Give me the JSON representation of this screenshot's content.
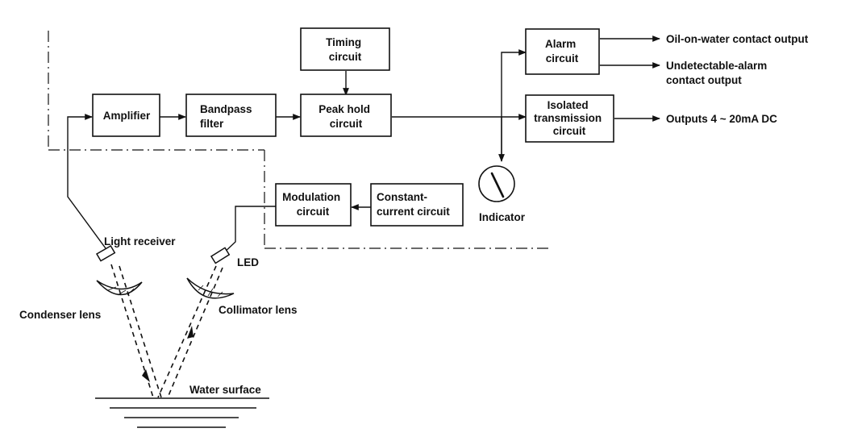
{
  "blocks": {
    "timing": [
      "Timing",
      "circuit"
    ],
    "amplifier": [
      "Amplifier"
    ],
    "bandpass": [
      "Bandpass",
      "filter"
    ],
    "peak_hold": [
      "Peak hold",
      "circuit"
    ],
    "alarm": [
      "Alarm",
      "circuit"
    ],
    "isolated": [
      "Isolated",
      "transmission",
      "circuit"
    ],
    "modulation": [
      "Modulation",
      "circuit"
    ],
    "constant_current": [
      "Constant-",
      "current circuit"
    ]
  },
  "outputs": {
    "oil_contact": "Oil-on-water contact output",
    "undetectable": [
      "Undetectable-alarm",
      "contact output"
    ],
    "analog": "Outputs 4 ~ 20mA DC"
  },
  "labels": {
    "indicator": "Indicator",
    "light_receiver": "Light receiver",
    "led": "LED",
    "condenser_lens": "Condenser lens",
    "collimator_lens": "Collimator lens",
    "water_surface": "Water surface"
  }
}
